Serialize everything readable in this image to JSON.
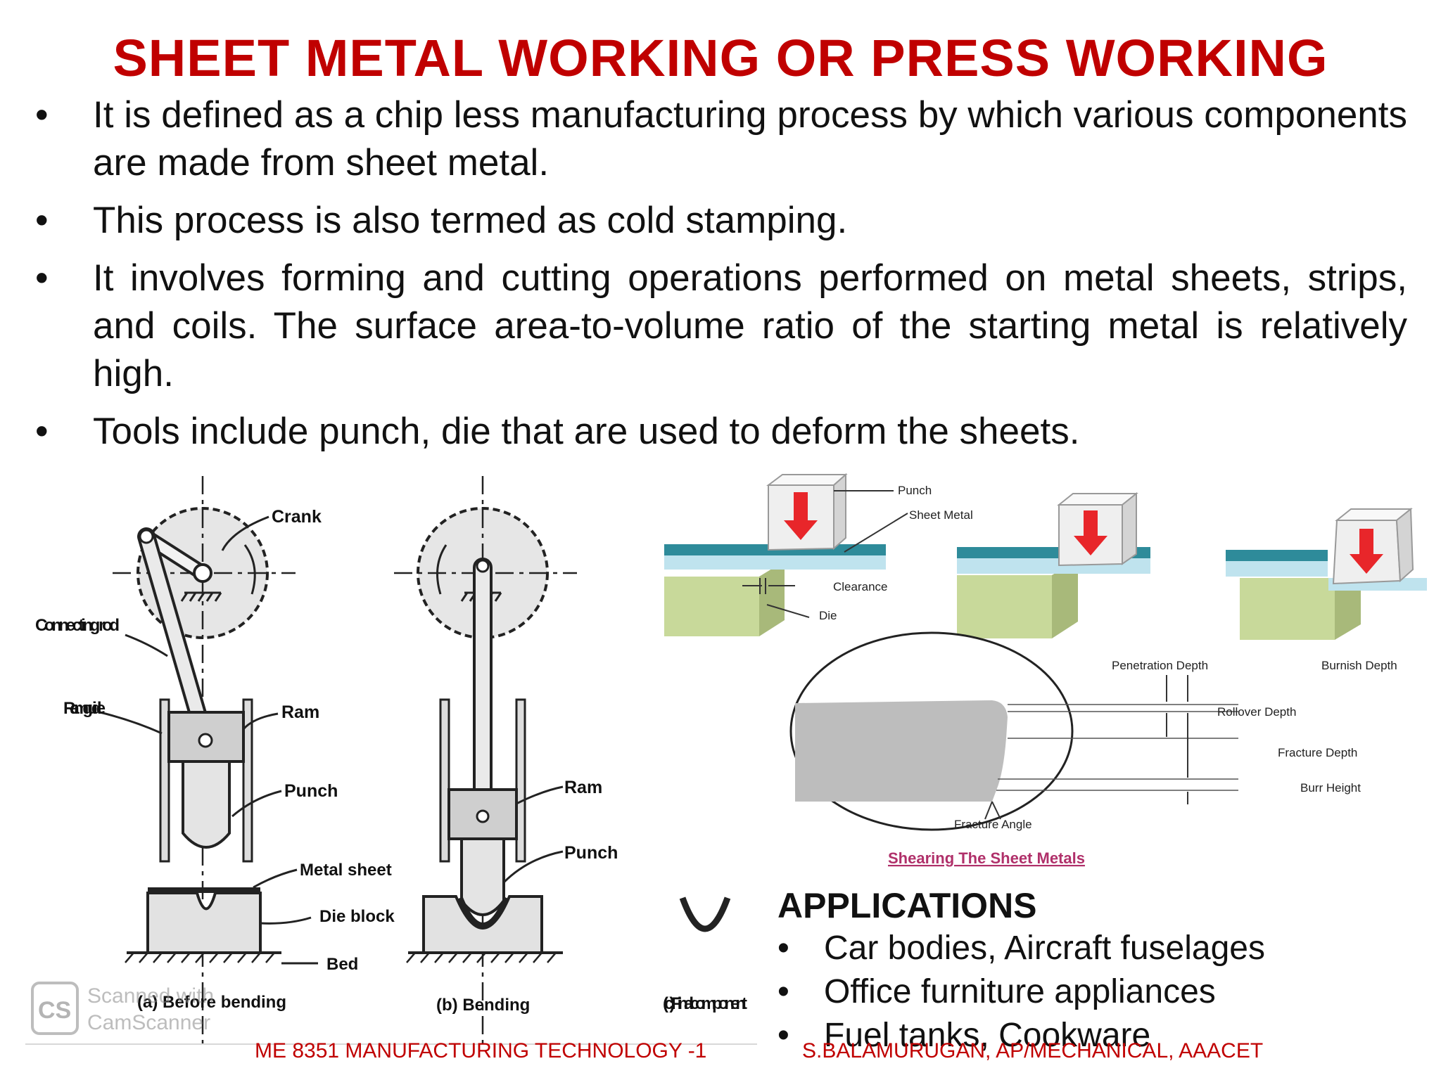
{
  "title": "SHEET METAL WORKING OR PRESS WORKING",
  "bullets": [
    "It is defined as a chip less manufacturing process by which various components are made from sheet metal.",
    "This process is also termed as cold stamping.",
    "It involves forming and cutting operations performed on metal sheets, strips, and coils. The surface area-to-volume ratio of the starting metal is relatively high.",
    "Tools include punch, die that are used to deform the sheets."
  ],
  "bullet_glyph": "•",
  "press_diagram": {
    "labels": {
      "crank": "Crank",
      "connecting_rod": "Connecting rod",
      "ram_guide": "Ram guide",
      "ram_a": "Ram",
      "punch_a": "Punch",
      "metal_sheet": "Metal sheet",
      "die_block": "Die block",
      "bed": "Bed",
      "ram_b": "Ram",
      "punch_b": "Punch"
    },
    "captions": {
      "a": "(a) Before bending",
      "b": "(b) Bending",
      "c": "(c) Final component"
    }
  },
  "shearing_diagram": {
    "labels": {
      "punch": "Punch",
      "sheet_metal": "Sheet Metal",
      "clearance": "Clearance",
      "die": "Die",
      "penetration_depth": "Penetration Depth",
      "burnish_depth": "Burnish Depth",
      "rollover_depth": "Rollover Depth",
      "fracture_depth": "Fracture Depth",
      "burr_height": "Burr Height",
      "fracture_angle": "Fracture Angle"
    },
    "caption": "Shearing The Sheet Metals"
  },
  "applications": {
    "heading": "APPLICATIONS",
    "items": [
      "Car bodies, Aircraft fuselages",
      "Office furniture appliances",
      "Fuel tanks, Cookware"
    ]
  },
  "watermark": {
    "logo": "CS",
    "line1": "Scanned with",
    "line2": "CamScanner"
  },
  "footer": {
    "left": "ME 8351 MANUFACTURING TECHNOLOGY -1",
    "right": "S.BALAMURUGAN, AP/MECHANICAL, AAACET"
  },
  "colors": {
    "title": "#c00000",
    "footer": "#c00000",
    "sheet_top": "#2e8b9a",
    "sheet_bottom": "#bfe3ee",
    "die": "#c8d99a",
    "arrow": "#e8262a",
    "caption_link": "#b0306a"
  }
}
